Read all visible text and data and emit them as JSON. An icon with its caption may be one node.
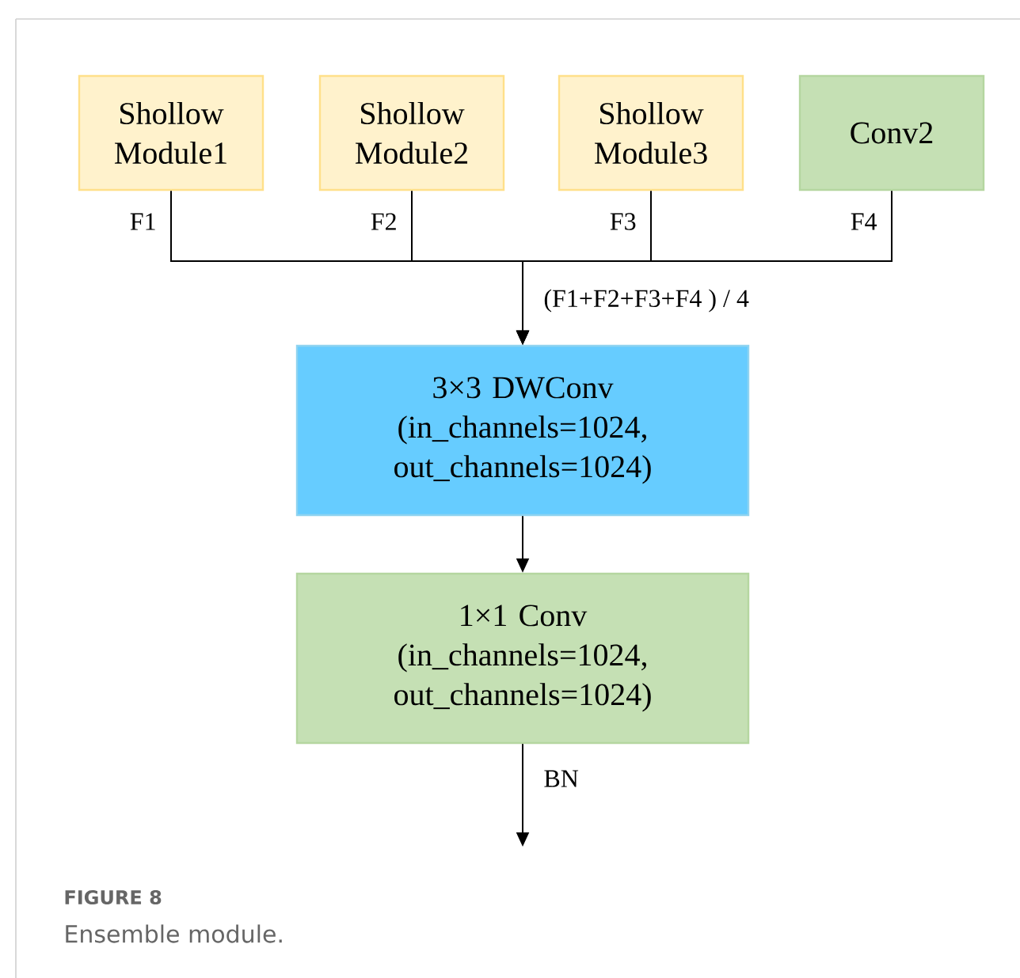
{
  "diagram": {
    "caption": "Ensemble module.",
    "nodes": [
      {
        "text": [
          "Shollow Module1"
        ]
      },
      {
        "text": [
          "Shollow Module2"
        ]
      },
      {
        "text": [
          "Shollow Module3"
        ]
      },
      {
        "text": [
          "Conv2"
        ]
      },
      {
        "text": [
          "3×3 DWConv (in_channels=1024, out_channels=1024)"
        ]
      },
      {
        "text": [
          "1×1 Conv (in_channels=1024, out_channels=1024)"
        ]
      }
    ],
    "edges": [
      {
        "from": 0,
        "to": 4,
        "arrow": "to",
        "label": "F1"
      },
      {
        "from": 1,
        "to": 4,
        "arrow": "to",
        "label": "F2"
      },
      {
        "from": 2,
        "to": 4,
        "arrow": "to",
        "label": "F3"
      },
      {
        "from": 3,
        "to": 4,
        "arrow": "to",
        "label": "F4"
      },
      {
        "from": 4,
        "to": 5,
        "arrow": "to"
      },
      {
        "from": 5,
        "to": null,
        "arrow": "to",
        "label": "BN"
      }
    ],
    "labels": [
      "(F1+F2+F3+F4 ) / 4",
      "FIGURE 8"
    ]
  }
}
